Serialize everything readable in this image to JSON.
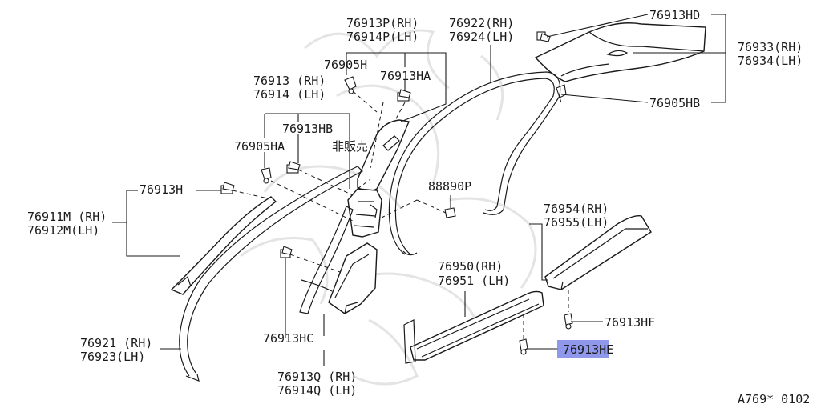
{
  "labels": {
    "p76913HD": "76913HD",
    "p76933_rh": "76933(RH)",
    "p76934_lh": "76934(LH)",
    "p76905HB": "76905HB",
    "p76913P_rh": "76913P(RH)",
    "p76914P_lh": "76914P(LH)",
    "p76922_rh": "76922(RH)",
    "p76924_lh": "76924(LH)",
    "p76905H": "76905H",
    "p76913HA": "76913HA",
    "p76913_rh": "76913 (RH)",
    "p76914_lh": "76914 (LH)",
    "p76913HB": "76913HB",
    "p76905HA": "76905HA",
    "not_for_sale": "非販売",
    "p88890P": "88890P",
    "p76913H": "76913H",
    "p76911M_rh": "76911M (RH)",
    "p76912M_lh": "76912M(LH)",
    "p76954_rh": "76954(RH)",
    "p76955_lh": "76955(LH)",
    "p76950_rh": "76950(RH)",
    "p76951_lh": "76951 (LH)",
    "p76913HF": "76913HF",
    "p76913HE": "76913HE",
    "p76913HC": "76913HC",
    "p76921_rh": "76921 (RH)",
    "p76923_lh": "76923(LH)",
    "p76913Q_rh": "76913Q (RH)",
    "p76914Q_lh": "76914Q (LH)",
    "diagram_code": "A769* 0102"
  },
  "highlight_color": "#7b86e6"
}
